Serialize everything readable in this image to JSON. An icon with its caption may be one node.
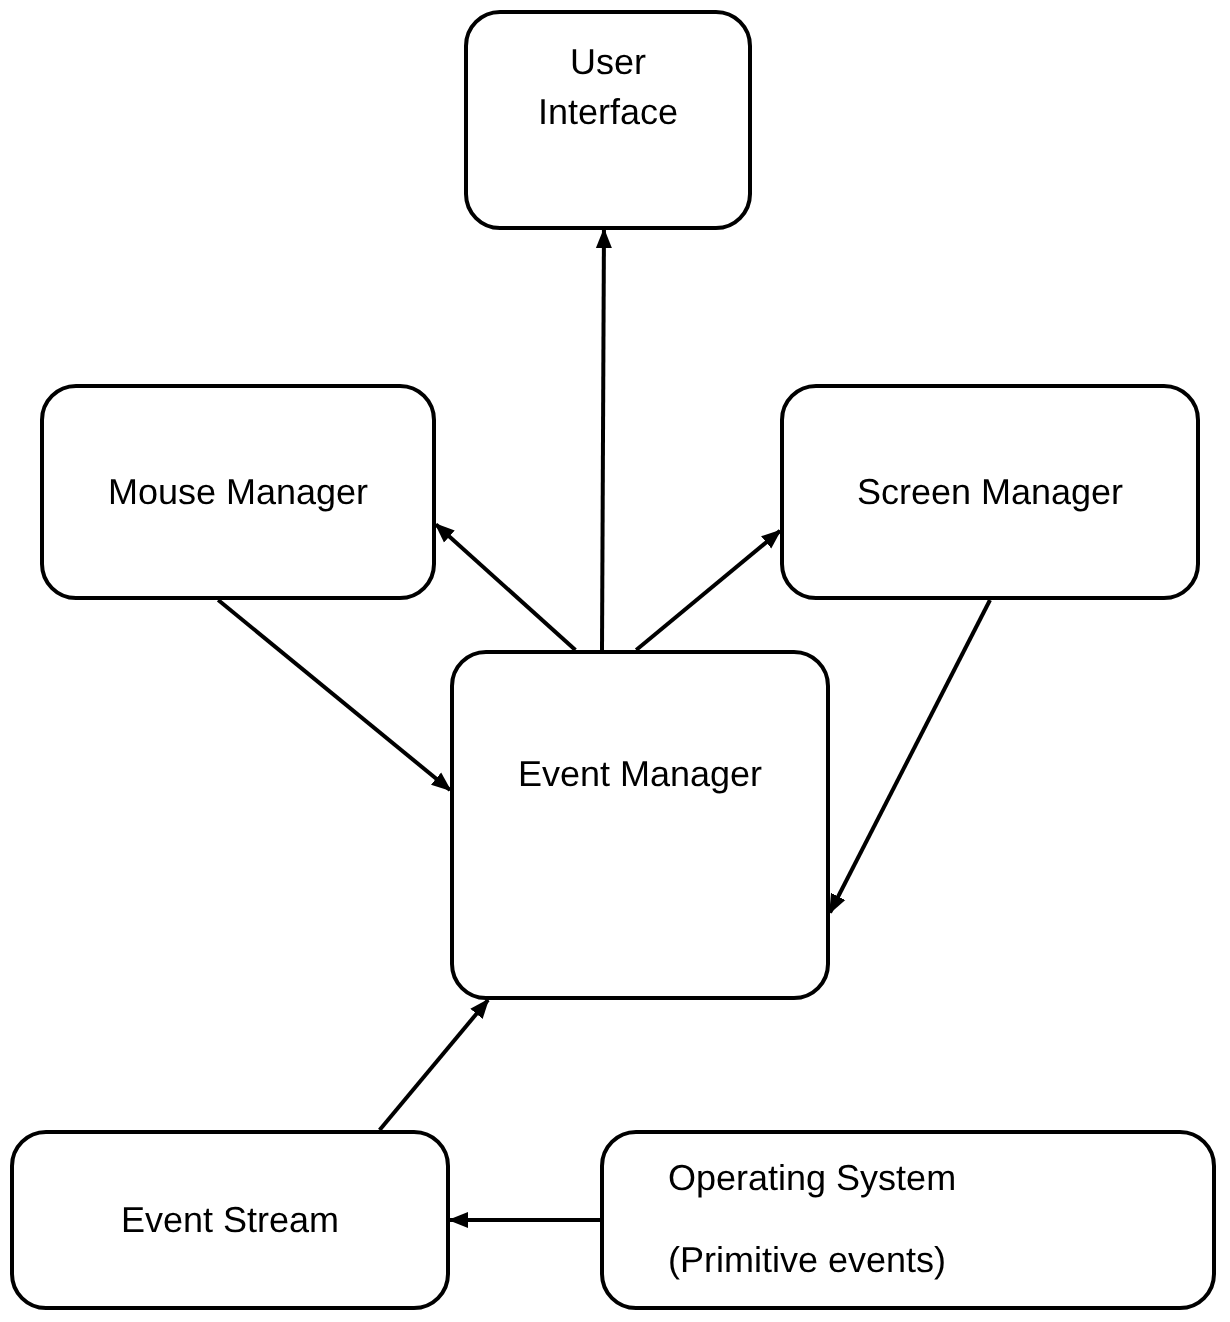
{
  "diagram": {
    "nodes": [
      {
        "text": [
          "User Interface"
        ]
      },
      {
        "text": [
          "Mouse Manager"
        ]
      },
      {
        "text": [
          "Screen Manager"
        ]
      },
      {
        "text": [
          "Event Manager"
        ]
      },
      {
        "text": [
          "Event Stream"
        ]
      },
      {
        "text": [
          "Operating System",
          "(Primitive events)"
        ]
      }
    ],
    "edges": [
      {
        "from": 3,
        "to": 0,
        "arrow": "to"
      },
      {
        "from": 3,
        "to": 1,
        "arrow": "to"
      },
      {
        "from": 3,
        "to": 2,
        "arrow": "to"
      },
      {
        "from": 1,
        "to": 3,
        "arrow": "to"
      },
      {
        "from": 2,
        "to": 3,
        "arrow": "to"
      },
      {
        "from": 4,
        "to": 3,
        "arrow": "to"
      },
      {
        "from": 5,
        "to": 4,
        "arrow": "to"
      }
    ]
  }
}
